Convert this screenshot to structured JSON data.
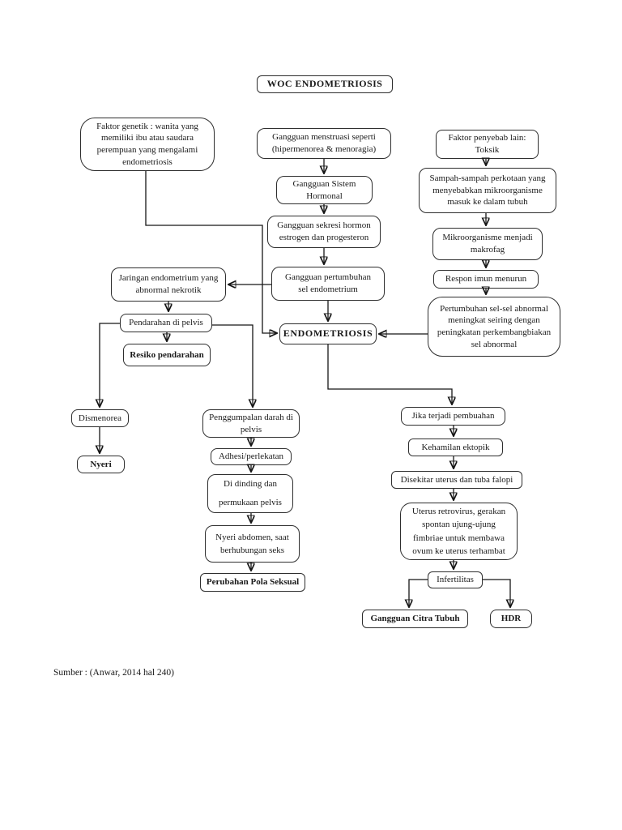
{
  "page": {
    "title": "WOC ENDOMETRIOSIS",
    "source": "Sumber : (Anwar, 2014 hal 240)"
  },
  "nodes": {
    "faktor_genetik": {
      "label": "Faktor genetik : wanita yang\nmemiliki ibu atau saudara\nperempuan yang mengalami\nendometriosis"
    },
    "gangguan_menstruasi": {
      "label": "Gangguan menstruasi  seperti\n(hipermenorea & menoragia)"
    },
    "gangguan_sistem": {
      "label": "Gangguan Sistem\nHormonal"
    },
    "gangguan_sekresi": {
      "label": "Gangguan sekresi hormon\nestrogen dan progesteron"
    },
    "gangguan_pertumbuhan": {
      "label": "Gangguan pertumbuhan\nsel endometrium"
    },
    "endometriosis": {
      "label": "ENDOMETRIOSIS"
    },
    "faktor_penyebab": {
      "label": "Faktor penyebab lain:\nToksik"
    },
    "sampah": {
      "label": "Sampah-sampah perkotaan yang\nmenyebabkan mikroorganisme\nmasuk ke dalam tubuh"
    },
    "mikroorganisme": {
      "label": "Mikroorganisme menjadi\nmakrofag"
    },
    "respon_imun": {
      "label": "Respon imun menurun"
    },
    "pertumbuhan_abnormal": {
      "label": "Pertumbuhan sel-sel  abnormal\nmeningkat seiring dengan\npeningkatan perkembangbiakan\nsel abnormal"
    },
    "jaringan": {
      "label": "Jaringan endometrium yang\nabnormal nekrotik"
    },
    "pendarahan": {
      "label": "Pendarahan di pelvis"
    },
    "resiko": {
      "label": "Resiko pendarahan"
    },
    "dismenorea": {
      "label": "Dismenorea"
    },
    "nyeri": {
      "label": "Nyeri"
    },
    "penggumpalan": {
      "label": "Penggumpalan darah di\npelvis"
    },
    "adhesi": {
      "label": "Adhesi/perlekatan"
    },
    "dinding": {
      "label": "Di dinding dan\npermukaan pelvis"
    },
    "nyeri_abdomen": {
      "label": "Nyeri abdomen, saat\nberhubungan seks"
    },
    "perubahan": {
      "label": "Perubahan Pola Seksual"
    },
    "jika_terjadi": {
      "label": "Jika terjadi pembuahan"
    },
    "kehamilan": {
      "label": "Kehamilan ektopik"
    },
    "disekitar": {
      "label": "Disekitar uterus dan tuba falopi"
    },
    "uterus": {
      "label": "Uterus retrovirus, gerakan\nspontan ujung-ujung\nfimbriae untuk membawa\novum ke uterus terhambat"
    },
    "infertilitas": {
      "label": "Infertilitas"
    },
    "citra": {
      "label": "Gangguan Citra Tubuh"
    },
    "hdr": {
      "label": "HDR"
    }
  },
  "edges": [
    {
      "from": "faktor_genetik",
      "to": "endometriosis"
    },
    {
      "from": "gangguan_menstruasi",
      "to": "gangguan_sistem"
    },
    {
      "from": "gangguan_sistem",
      "to": "gangguan_sekresi"
    },
    {
      "from": "gangguan_sekresi",
      "to": "gangguan_pertumbuhan"
    },
    {
      "from": "gangguan_pertumbuhan",
      "to": "endometriosis"
    },
    {
      "from": "gangguan_pertumbuhan",
      "to": "jaringan"
    },
    {
      "from": "jaringan",
      "to": "pendarahan"
    },
    {
      "from": "pendarahan",
      "to": "resiko"
    },
    {
      "from": "pendarahan",
      "to": "dismenorea"
    },
    {
      "from": "dismenorea",
      "to": "nyeri"
    },
    {
      "from": "pendarahan",
      "to": "penggumpalan"
    },
    {
      "from": "penggumpalan",
      "to": "adhesi"
    },
    {
      "from": "adhesi",
      "to": "dinding"
    },
    {
      "from": "dinding",
      "to": "nyeri_abdomen"
    },
    {
      "from": "nyeri_abdomen",
      "to": "perubahan"
    },
    {
      "from": "faktor_penyebab",
      "to": "sampah"
    },
    {
      "from": "sampah",
      "to": "mikroorganisme"
    },
    {
      "from": "mikroorganisme",
      "to": "respon_imun"
    },
    {
      "from": "respon_imun",
      "to": "pertumbuhan_abnormal"
    },
    {
      "from": "pertumbuhan_abnormal",
      "to": "endometriosis"
    },
    {
      "from": "endometriosis",
      "to": "jika_terjadi"
    },
    {
      "from": "jika_terjadi",
      "to": "kehamilan"
    },
    {
      "from": "kehamilan",
      "to": "disekitar"
    },
    {
      "from": "disekitar",
      "to": "uterus"
    },
    {
      "from": "uterus",
      "to": "infertilitas"
    },
    {
      "from": "infertilitas",
      "to": "citra"
    },
    {
      "from": "infertilitas",
      "to": "hdr"
    }
  ]
}
